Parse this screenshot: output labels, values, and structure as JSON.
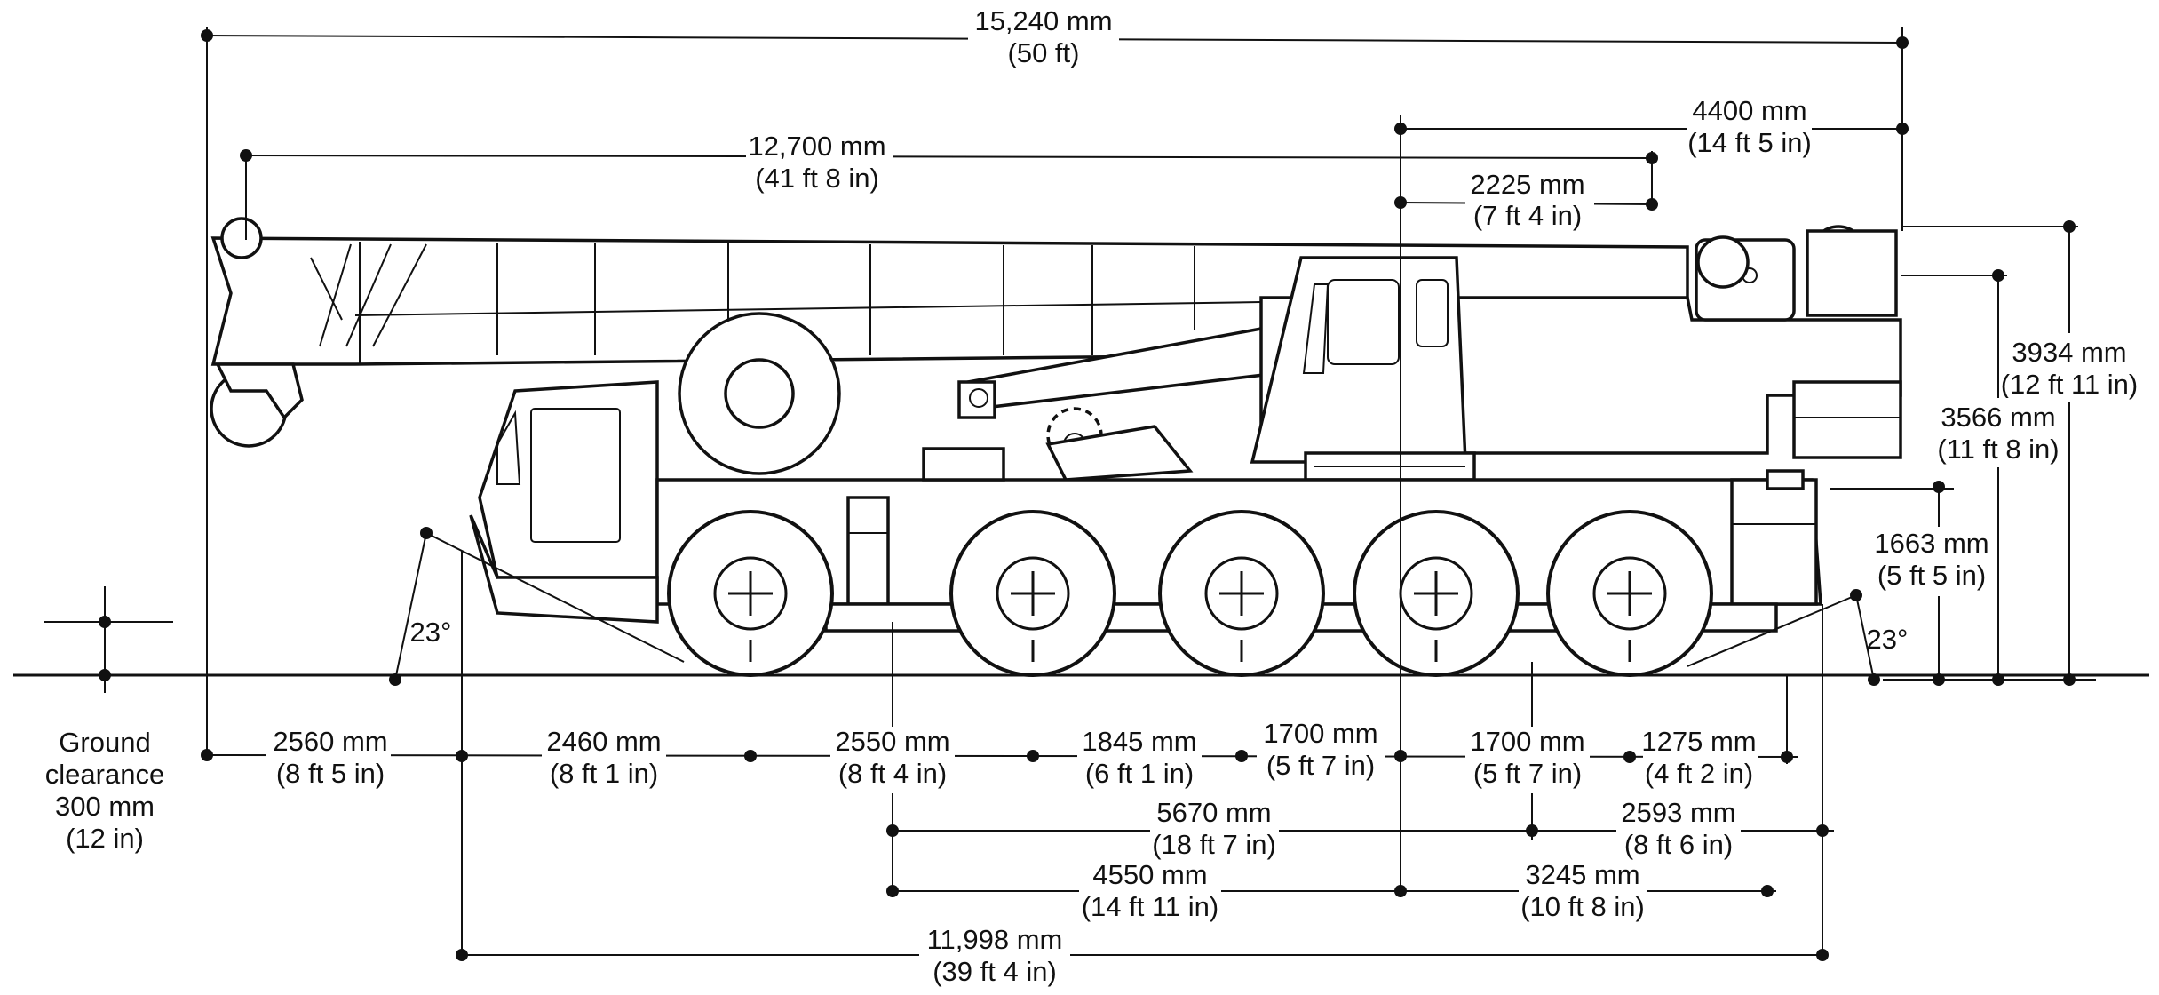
{
  "dimensions": {
    "overall_length": {
      "metric": "15,240 mm",
      "imperial": "(50 ft)"
    },
    "boom_length": {
      "metric": "12,700 mm",
      "imperial": "(41 ft 8 in)"
    },
    "rear_overhang": {
      "metric": "4400 mm",
      "imperial": "(14 ft 5 in)"
    },
    "cab_rear": {
      "metric": "2225 mm",
      "imperial": "(7 ft 4 in)"
    },
    "overall_height": {
      "metric": "3934 mm",
      "imperial": "(12 ft 11 in)"
    },
    "carrier_height": {
      "metric": "3566 mm",
      "imperial": "(11 ft 8 in)"
    },
    "deck_height": {
      "metric": "1663 mm",
      "imperial": "(5 ft 5 in)"
    },
    "front_overhang": {
      "metric": "2560 mm",
      "imperial": "(8 ft 5 in)"
    },
    "axle_1_2": {
      "metric": "2460 mm",
      "imperial": "(8 ft 1 in)"
    },
    "axle_2_3": {
      "metric": "2550 mm",
      "imperial": "(8 ft 4 in)"
    },
    "axle_3_center": {
      "metric": "1845 mm",
      "imperial": "(6 ft 1 in)"
    },
    "center_axle_4": {
      "metric": "1700 mm",
      "imperial": "(5 ft 7 in)"
    },
    "axle_4_5": {
      "metric": "1700 mm",
      "imperial": "(5 ft 7 in)"
    },
    "rear_end": {
      "metric": "1275 mm",
      "imperial": "(4 ft 2 in)"
    },
    "span_5670": {
      "metric": "5670 mm",
      "imperial": "(18 ft 7 in)"
    },
    "span_2593": {
      "metric": "2593 mm",
      "imperial": "(8 ft 6 in)"
    },
    "span_4550": {
      "metric": "4550 mm",
      "imperial": "(14 ft 11 in)"
    },
    "span_3245": {
      "metric": "3245 mm",
      "imperial": "(10 ft 8 in)"
    },
    "carrier_length": {
      "metric": "11,998 mm",
      "imperial": "(39 ft 4 in)"
    }
  },
  "angles": {
    "approach": "23°",
    "departure": "23°"
  },
  "ground_clearance": {
    "line1": "Ground",
    "line2": "clearance",
    "line3": "300 mm",
    "line4": "(12 in)"
  }
}
